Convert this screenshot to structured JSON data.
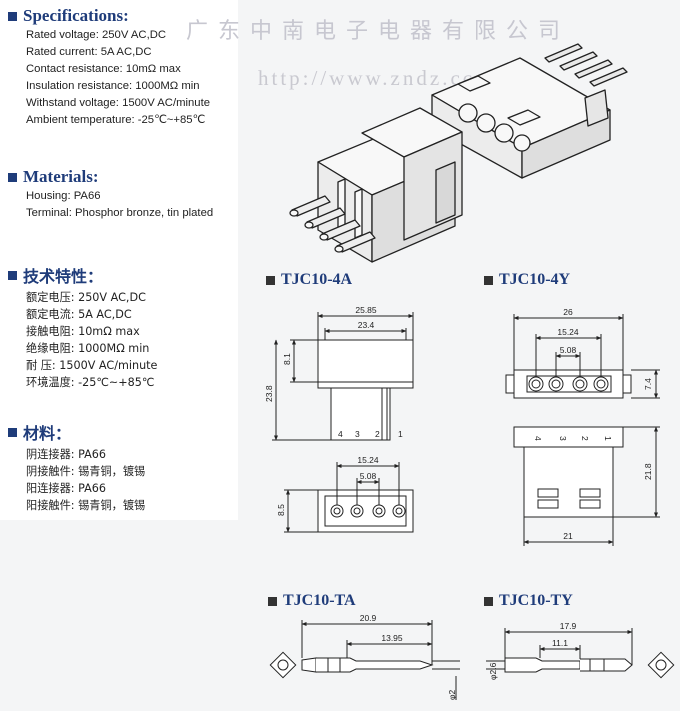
{
  "watermark": "广东中南电子电器有限公司",
  "url": "http://www.zndz.cc",
  "specifications": {
    "title": "Specifications:",
    "lines": [
      "Rated voltage: 250V  AC,DC",
      "Rated current: 5A  AC,DC",
      "Contact resistance: 10mΩ max",
      "Insulation resistance: 1000MΩ  min",
      "Withstand voltage: 1500V  AC/minute",
      "Ambient temperature: -25℃~+85℃"
    ]
  },
  "materials": {
    "title": "Materials:",
    "lines": [
      "Housing: PA66",
      "Terminal: Phosphor bronze, tin plated"
    ]
  },
  "tech_cn": {
    "title": "技术特性：",
    "lines": [
      "额定电压: 250V  AC,DC",
      "额定电流:  5A  AC,DC",
      "接触电阻:  10mΩ max",
      "绝缘电阻:  1000MΩ  min",
      "耐      压:  1500V  AC/minute",
      "环境温度: -25℃~+85℃"
    ]
  },
  "materials_cn": {
    "title": "材料：",
    "lines": [
      "阴连接器:  PA66",
      "阴接触件:  锡青铜，镀锡",
      "阳连接器:  PA66",
      "阳接触件:  锡青铜，镀锡"
    ]
  },
  "models": {
    "m4a": "TJC10-4A",
    "m4y": "TJC10-4Y",
    "mta": "TJC10-TA",
    "mty": "TJC10-TY"
  },
  "dims": {
    "a_25_85": "25.85",
    "a_23_4": "23.4",
    "a_8_1": "8.1",
    "a_23_8": "23.8",
    "a_15_24": "15.24",
    "a_5_08": "5.08",
    "a_8_5": "8.5",
    "y_26": "26",
    "y_15_24": "15.24",
    "y_5_08": "5.08",
    "y_7_4": "7.4",
    "y_21_8": "21.8",
    "y_21": "21",
    "ta_20_9": "20.9",
    "ta_13_95": "13.95",
    "ta_2": "φ2",
    "ty_17_9": "17.9",
    "ty_11_1": "11.1",
    "ty_2_6": "φ2.6"
  },
  "pins": {
    "p4": "4",
    "p3": "3",
    "p2": "2",
    "p1": "1"
  }
}
